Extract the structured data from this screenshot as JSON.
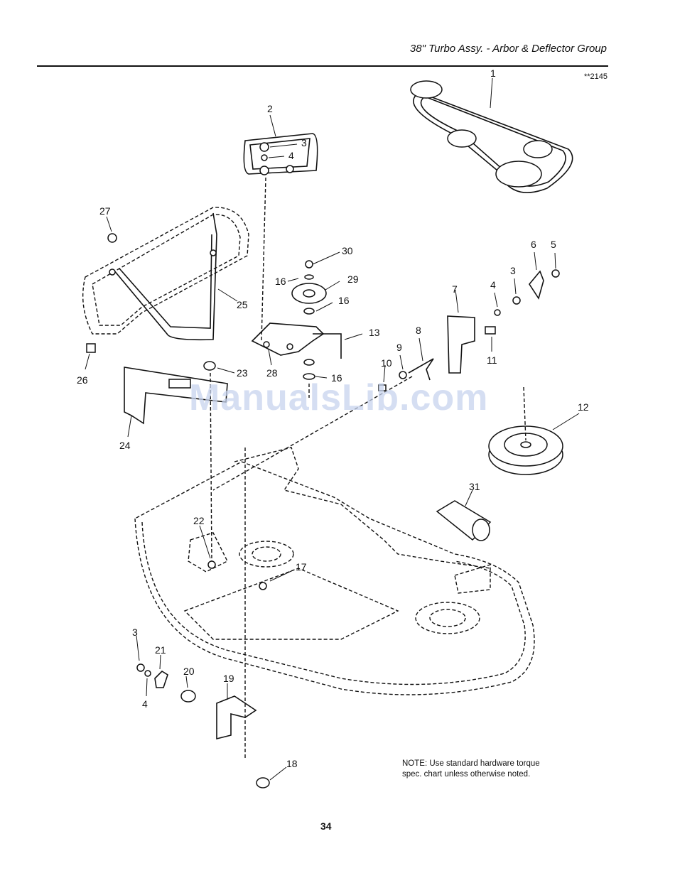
{
  "header": {
    "title": "38\" Turbo Assy. - Arbor & Deflector Group",
    "figure_code": "**2145"
  },
  "watermark": "ManualsLib.com",
  "callouts": [
    "1",
    "2",
    "3",
    "4",
    "30",
    "29",
    "16",
    "16",
    "13",
    "16",
    "28",
    "27",
    "25",
    "26",
    "23",
    "24",
    "6",
    "5",
    "3",
    "4",
    "7",
    "8",
    "9",
    "10",
    "11",
    "12",
    "31",
    "22",
    "17",
    "3",
    "21",
    "4",
    "20",
    "19",
    "18"
  ],
  "note": "NOTE: Use standard hardware torque spec. chart unless otherwise noted.",
  "page_number": "34"
}
